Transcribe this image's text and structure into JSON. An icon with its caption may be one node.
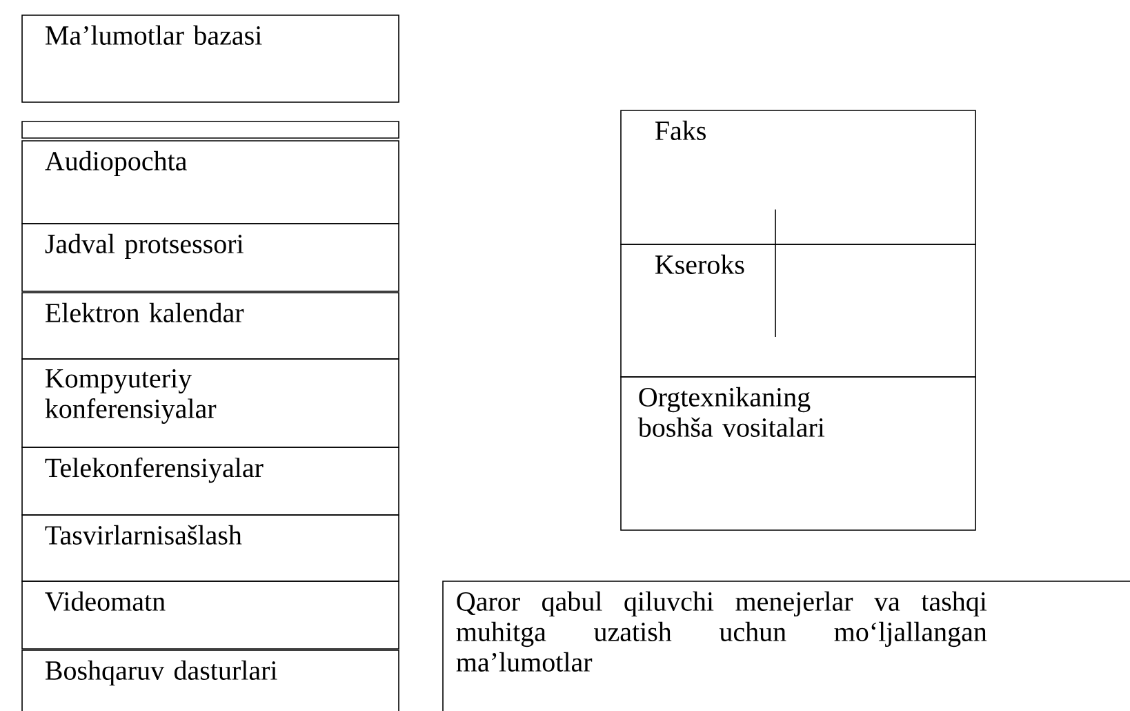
{
  "diagram": {
    "nodes": [
      {
        "text": [
          "Ma’lumotlar bazasi"
        ]
      },
      {
        "text": [],
        "shape": "box"
      },
      {
        "text": [
          "Audiopochta"
        ]
      },
      {
        "text": [
          "Jadval protsessori"
        ]
      },
      {
        "text": [
          "Elektron kalendar"
        ]
      },
      {
        "text": [
          "Kompyuteriy konferensiyalar"
        ]
      },
      {
        "text": [
          "Telekonferensiyalar"
        ]
      },
      {
        "text": [
          "Tasvirlarnisašlash"
        ]
      },
      {
        "text": [
          "Videomatn"
        ]
      },
      {
        "text": [
          "Boshqaruv dasturlari"
        ]
      },
      {
        "text": [
          "Faks"
        ]
      },
      {
        "text": [
          "Kseroks"
        ]
      },
      {
        "text": [
          "Orgtexnikaning boshša vositalari"
        ]
      },
      {
        "text": [
          "Qaror qabul qiluvchi menejerlar va tashqi muhitga uzatish uchun mo‘ljallangan ma’lumotlar"
        ]
      }
    ],
    "edges": [
      {
        "from": 10,
        "to": 11,
        "arrow": "none"
      }
    ]
  }
}
